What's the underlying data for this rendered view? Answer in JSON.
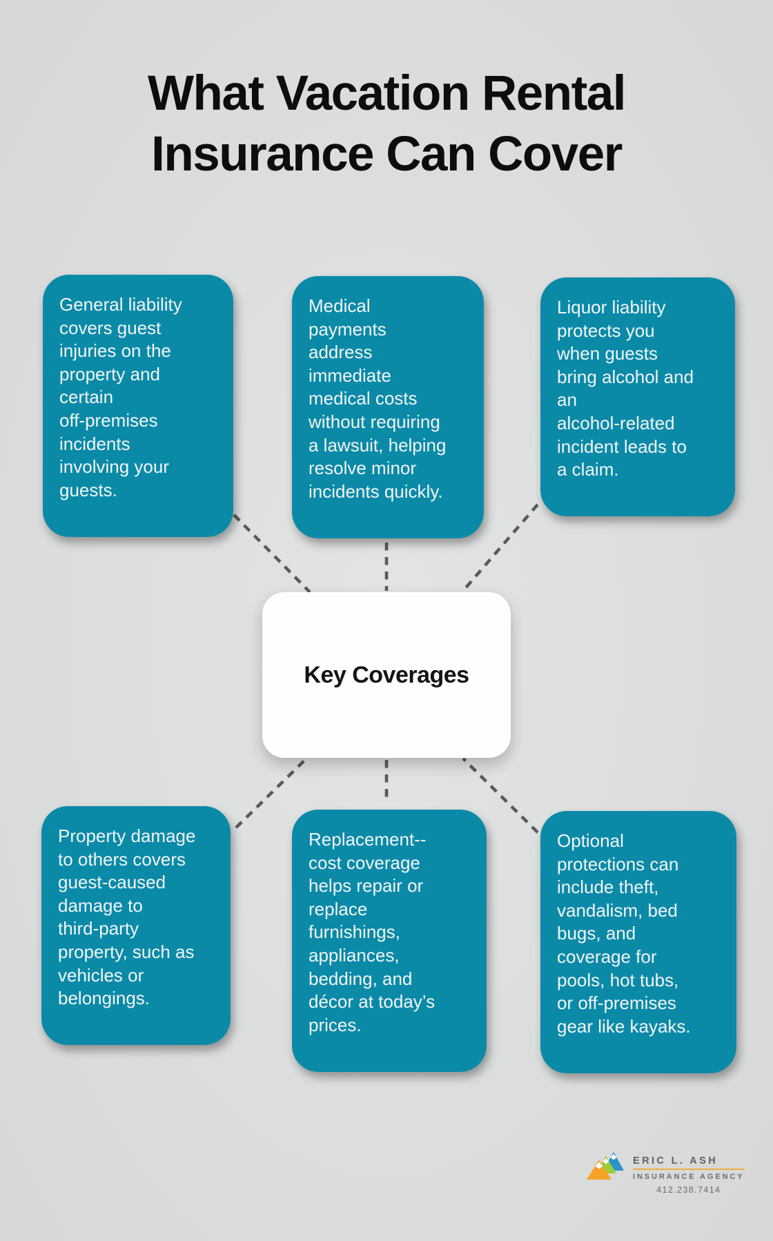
{
  "title": "What Vacation Rental Insurance Can Cover",
  "center_label": "Key Coverages",
  "coverages": {
    "top_left": "General liability\ncovers guest\ninjuries on the\nproperty and\ncertain\noff-premises\nincidents\ninvolving your\nguests.",
    "top_middle": "Medical\npayments\naddress\nimmediate\nmedical costs\nwithout requiring\na lawsuit, helping\nresolve minor\nincidents quickly.",
    "top_right": "Liquor liability\nprotects you\nwhen guests\nbring alcohol and\nan\nalcohol-related\nincident leads to\na claim.",
    "bottom_left": "Property damage\nto others covers\nguest-caused\ndamage to\nthird-party\nproperty, such as\nvehicles or\nbelongings.",
    "bottom_middle": "Replacement--\ncost coverage\nhelps repair or\nreplace\nfurnishings,\nappliances,\nbedding, and\ndécor at today’s\nprices.",
    "bottom_right": "Optional\nprotections can\ninclude theft,\nvandalism, bed\nbugs, and\ncoverage for\npools, hot tubs,\nor off-premises\ngear like kayaks."
  },
  "logo": {
    "name": "ERIC L. ASH",
    "tagline": "INSURANCE AGENCY",
    "phone": "412.238.7414"
  },
  "colors": {
    "teal_box": "#0b8aa8",
    "background": "#dcdddd",
    "dashed_line": "#5a5a5a",
    "title_text": "#0d0d0d",
    "box_text": "#f2f5f6",
    "logo_orange": "#f7a327",
    "logo_green": "#9acb3d",
    "logo_blue": "#2b93c6",
    "logo_gold_rule": "#f0ac3f",
    "logo_text": "#5d6266"
  }
}
